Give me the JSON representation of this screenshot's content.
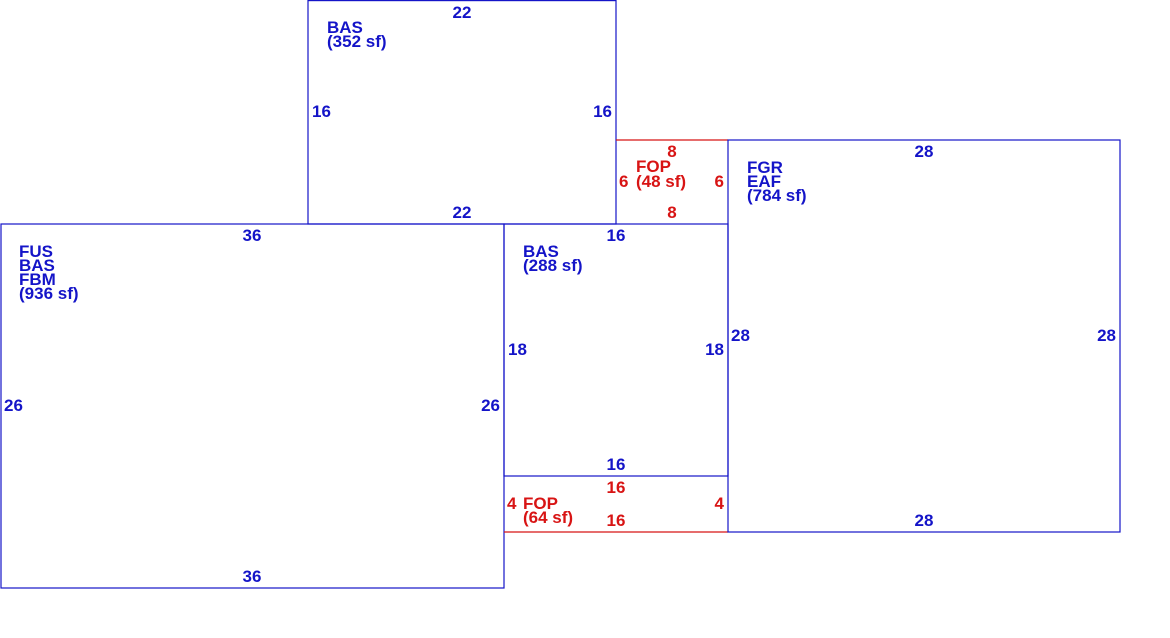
{
  "colors": {
    "living": "#1414c8",
    "porch": "#d81414",
    "background": "#ffffff"
  },
  "areas": {
    "main": {
      "codes": [
        "FUS",
        "BAS",
        "FBM"
      ],
      "size": "(936 sf)",
      "dims": {
        "top": "36",
        "bottom": "36",
        "left": "26",
        "right": "26"
      }
    },
    "upper": {
      "codes": [
        "BAS"
      ],
      "size": "(352 sf)",
      "dims": {
        "top": "22",
        "bottom": "22",
        "left": "16",
        "right": "16"
      }
    },
    "middle": {
      "codes": [
        "BAS"
      ],
      "size": "(288 sf)",
      "dims": {
        "top": "16",
        "bottom": "16",
        "left": "18",
        "right": "18"
      }
    },
    "porch_bottom": {
      "code": "FOP",
      "size": "(64 sf)",
      "dims": {
        "top": "16",
        "bottom": "16",
        "left": "4",
        "right": "4"
      }
    },
    "porch_top": {
      "code": "FOP",
      "size": "(48 sf)",
      "dims": {
        "top": "8",
        "bottom": "8",
        "left": "6",
        "right": "6"
      }
    },
    "garage": {
      "codes": [
        "FGR",
        "EAF"
      ],
      "size": "(784 sf)",
      "dims": {
        "top": "28",
        "bottom": "28",
        "left": "28",
        "right": "28"
      }
    }
  }
}
